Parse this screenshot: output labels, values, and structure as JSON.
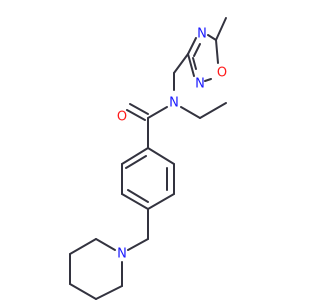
{
  "molecule": {
    "atoms": {
      "o_carbonyl": {
        "label": "O",
        "color": "#ff1a1a"
      },
      "n_amide": {
        "label": "N",
        "color": "#1a1aff"
      },
      "n_ring_3": {
        "label": "N",
        "color": "#1a1aff"
      },
      "n_ring_2": {
        "label": "N",
        "color": "#1a1aff"
      },
      "o_ring": {
        "label": "O",
        "color": "#ff1a1a"
      },
      "n_piperidine": {
        "label": "N",
        "color": "#1a1aff"
      }
    },
    "bond_color": "#33333f"
  }
}
